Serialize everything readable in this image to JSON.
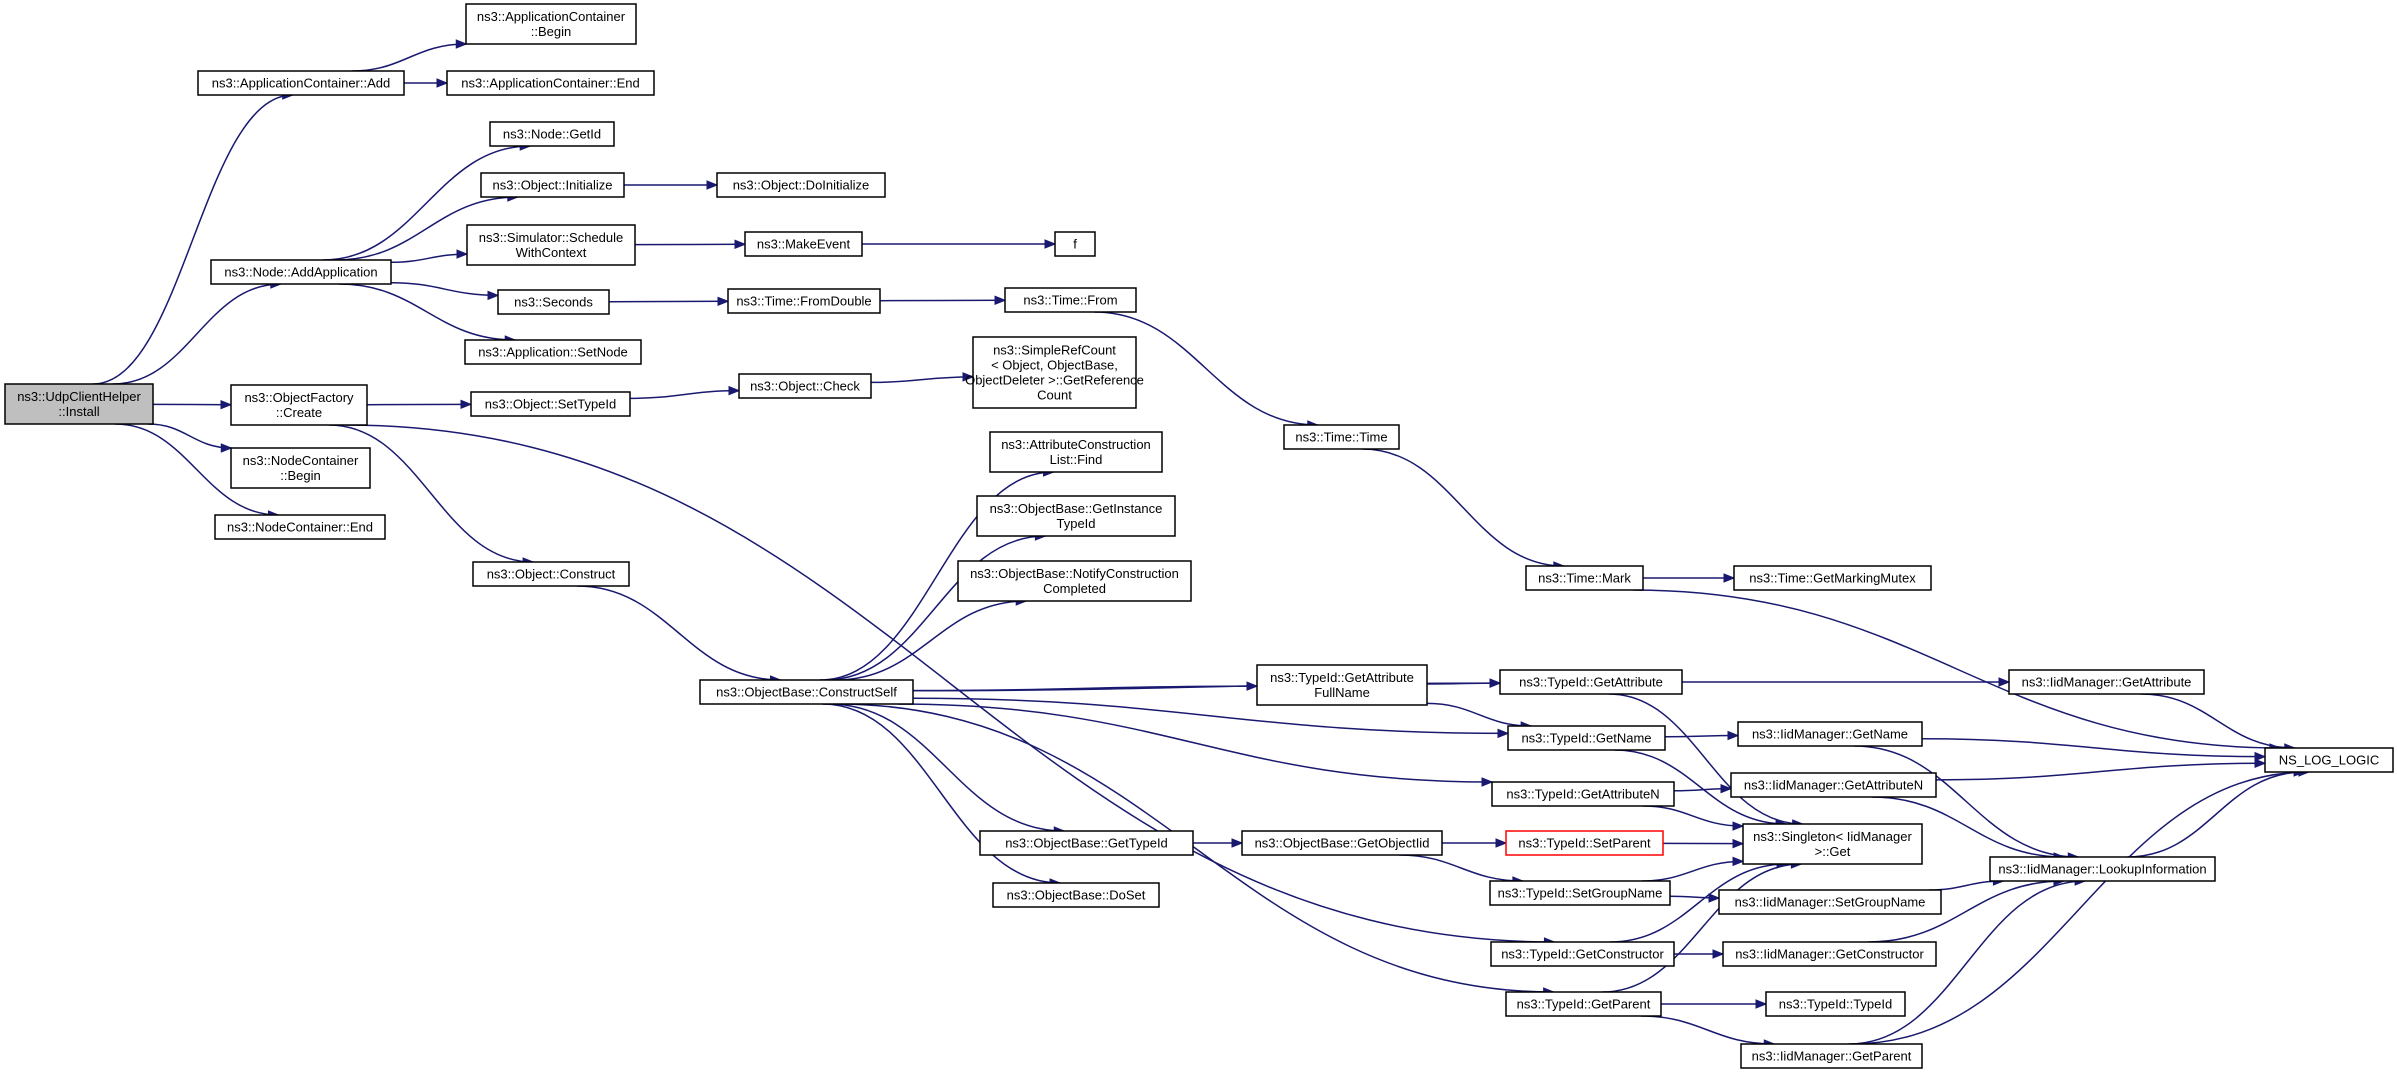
{
  "nodes": [
    {
      "id": "install",
      "lines": [
        "ns3::UdpClientHelper",
        "::Install"
      ],
      "root": true
    },
    {
      "id": "appcont_add",
      "lines": [
        "ns3::ApplicationContainer::Add"
      ]
    },
    {
      "id": "appcont_begin",
      "lines": [
        "ns3::ApplicationContainer",
        "::Begin"
      ]
    },
    {
      "id": "appcont_end",
      "lines": [
        "ns3::ApplicationContainer::End"
      ]
    },
    {
      "id": "node_addapp",
      "lines": [
        "ns3::Node::AddApplication"
      ]
    },
    {
      "id": "node_getid",
      "lines": [
        "ns3::Node::GetId"
      ]
    },
    {
      "id": "obj_initialize",
      "lines": [
        "ns3::Object::Initialize"
      ]
    },
    {
      "id": "obj_doinit",
      "lines": [
        "ns3::Object::DoInitialize"
      ]
    },
    {
      "id": "sim_schedule",
      "lines": [
        "ns3::Simulator::Schedule",
        "WithContext"
      ]
    },
    {
      "id": "makeevent",
      "lines": [
        "ns3::MakeEvent"
      ]
    },
    {
      "id": "f",
      "lines": [
        "f"
      ]
    },
    {
      "id": "seconds",
      "lines": [
        "ns3::Seconds"
      ]
    },
    {
      "id": "time_fromdouble",
      "lines": [
        "ns3::Time::FromDouble"
      ]
    },
    {
      "id": "time_from",
      "lines": [
        "ns3::Time::From"
      ]
    },
    {
      "id": "app_setnode",
      "lines": [
        "ns3::Application::SetNode"
      ]
    },
    {
      "id": "objfactory_create",
      "lines": [
        "ns3::ObjectFactory",
        "::Create"
      ]
    },
    {
      "id": "obj_settypeid",
      "lines": [
        "ns3::Object::SetTypeId"
      ]
    },
    {
      "id": "obj_check",
      "lines": [
        "ns3::Object::Check"
      ]
    },
    {
      "id": "simplerefcount",
      "lines": [
        "ns3::SimpleRefCount",
        "< Object, ObjectBase,",
        "ObjectDeleter >::GetReference",
        "Count"
      ]
    },
    {
      "id": "nodecont_begin",
      "lines": [
        "ns3::NodeContainer",
        "::Begin"
      ]
    },
    {
      "id": "nodecont_end",
      "lines": [
        "ns3::NodeContainer::End"
      ]
    },
    {
      "id": "time_time",
      "lines": [
        "ns3::Time::Time"
      ]
    },
    {
      "id": "attrconslist_find",
      "lines": [
        "ns3::AttributeConstruction",
        "List::Find"
      ]
    },
    {
      "id": "ob_getinstancetypeid",
      "lines": [
        "ns3::ObjectBase::GetInstance",
        "TypeId"
      ]
    },
    {
      "id": "ob_notifyconstruction",
      "lines": [
        "ns3::ObjectBase::NotifyConstruction",
        "Completed"
      ]
    },
    {
      "id": "obj_construct",
      "lines": [
        "ns3::Object::Construct"
      ]
    },
    {
      "id": "time_mark",
      "lines": [
        "ns3::Time::Mark"
      ]
    },
    {
      "id": "time_getmarkingmutex",
      "lines": [
        "ns3::Time::GetMarkingMutex"
      ]
    },
    {
      "id": "ob_constructself",
      "lines": [
        "ns3::ObjectBase::ConstructSelf"
      ]
    },
    {
      "id": "typeid_getattrfullname",
      "lines": [
        "ns3::TypeId::GetAttribute",
        "FullName"
      ]
    },
    {
      "id": "typeid_getattribute",
      "lines": [
        "ns3::TypeId::GetAttribute"
      ]
    },
    {
      "id": "iid_getattribute",
      "lines": [
        "ns3::IidManager::GetAttribute"
      ]
    },
    {
      "id": "typeid_getname",
      "lines": [
        "ns3::TypeId::GetName"
      ]
    },
    {
      "id": "iid_getname",
      "lines": [
        "ns3::IidManager::GetName"
      ]
    },
    {
      "id": "ns_log_logic",
      "lines": [
        "NS_LOG_LOGIC"
      ]
    },
    {
      "id": "typeid_getattributen",
      "lines": [
        "ns3::TypeId::GetAttributeN"
      ]
    },
    {
      "id": "iid_getattributen",
      "lines": [
        "ns3::IidManager::GetAttributeN"
      ]
    },
    {
      "id": "ob_gettypeid",
      "lines": [
        "ns3::ObjectBase::GetTypeId"
      ]
    },
    {
      "id": "ob_getobjectiid",
      "lines": [
        "ns3::ObjectBase::GetObjectIid"
      ]
    },
    {
      "id": "typeid_setparent",
      "lines": [
        "ns3::TypeId::SetParent"
      ],
      "red": true
    },
    {
      "id": "singleton_get",
      "lines": [
        "ns3::Singleton< IidManager",
        ">::Get"
      ]
    },
    {
      "id": "iid_lookupinfo",
      "lines": [
        "ns3::IidManager::LookupInformation"
      ]
    },
    {
      "id": "ob_doset",
      "lines": [
        "ns3::ObjectBase::DoSet"
      ]
    },
    {
      "id": "typeid_setgroupname",
      "lines": [
        "ns3::TypeId::SetGroupName"
      ]
    },
    {
      "id": "iid_setgroupname",
      "lines": [
        "ns3::IidManager::SetGroupName"
      ]
    },
    {
      "id": "typeid_getconstructor",
      "lines": [
        "ns3::TypeId::GetConstructor"
      ]
    },
    {
      "id": "iid_getconstructor",
      "lines": [
        "ns3::IidManager::GetConstructor"
      ]
    },
    {
      "id": "typeid_getparent",
      "lines": [
        "ns3::TypeId::GetParent"
      ]
    },
    {
      "id": "typeid_typeid",
      "lines": [
        "ns3::TypeId::TypeId"
      ]
    },
    {
      "id": "iid_getparent",
      "lines": [
        "ns3::IidManager::GetParent"
      ]
    }
  ],
  "edges": [
    [
      "install",
      "appcont_add"
    ],
    [
      "install",
      "node_addapp"
    ],
    [
      "install",
      "objfactory_create"
    ],
    [
      "install",
      "nodecont_begin"
    ],
    [
      "install",
      "nodecont_end"
    ],
    [
      "appcont_add",
      "appcont_begin"
    ],
    [
      "appcont_add",
      "appcont_end"
    ],
    [
      "node_addapp",
      "node_getid"
    ],
    [
      "node_addapp",
      "obj_initialize"
    ],
    [
      "node_addapp",
      "sim_schedule"
    ],
    [
      "node_addapp",
      "seconds"
    ],
    [
      "node_addapp",
      "app_setnode"
    ],
    [
      "obj_initialize",
      "obj_doinit"
    ],
    [
      "sim_schedule",
      "makeevent"
    ],
    [
      "makeevent",
      "f"
    ],
    [
      "seconds",
      "time_fromdouble"
    ],
    [
      "time_fromdouble",
      "time_from"
    ],
    [
      "time_from",
      "time_time"
    ],
    [
      "time_time",
      "time_mark"
    ],
    [
      "time_mark",
      "time_getmarkingmutex"
    ],
    [
      "time_mark",
      "ns_log_logic"
    ],
    [
      "objfactory_create",
      "obj_settypeid"
    ],
    [
      "objfactory_create",
      "obj_construct"
    ],
    [
      "objfactory_create",
      "typeid_getconstructor"
    ],
    [
      "obj_settypeid",
      "obj_check"
    ],
    [
      "obj_check",
      "simplerefcount"
    ],
    [
      "obj_construct",
      "ob_constructself"
    ],
    [
      "ob_constructself",
      "attrconslist_find"
    ],
    [
      "ob_constructself",
      "ob_getinstancetypeid"
    ],
    [
      "ob_constructself",
      "ob_notifyconstruction"
    ],
    [
      "ob_constructself",
      "typeid_getattribute"
    ],
    [
      "ob_constructself",
      "typeid_getattrfullname"
    ],
    [
      "ob_constructself",
      "typeid_getname"
    ],
    [
      "ob_constructself",
      "typeid_getattributen"
    ],
    [
      "ob_constructself",
      "ob_gettypeid"
    ],
    [
      "ob_constructself",
      "ob_doset"
    ],
    [
      "ob_constructself",
      "typeid_getparent"
    ],
    [
      "typeid_getattrfullname",
      "typeid_getattribute"
    ],
    [
      "typeid_getattrfullname",
      "typeid_getname"
    ],
    [
      "typeid_getattribute",
      "iid_getattribute"
    ],
    [
      "typeid_getattribute",
      "singleton_get"
    ],
    [
      "iid_getattribute",
      "ns_log_logic"
    ],
    [
      "typeid_getname",
      "iid_getname"
    ],
    [
      "typeid_getname",
      "singleton_get"
    ],
    [
      "iid_getname",
      "ns_log_logic"
    ],
    [
      "iid_getname",
      "iid_lookupinfo"
    ],
    [
      "typeid_getattributen",
      "iid_getattributen"
    ],
    [
      "typeid_getattributen",
      "singleton_get"
    ],
    [
      "iid_getattributen",
      "ns_log_logic"
    ],
    [
      "iid_getattributen",
      "iid_lookupinfo"
    ],
    [
      "ob_gettypeid",
      "ob_getobjectiid"
    ],
    [
      "ob_getobjectiid",
      "typeid_setparent"
    ],
    [
      "ob_getobjectiid",
      "typeid_setgroupname"
    ],
    [
      "typeid_setparent",
      "singleton_get"
    ],
    [
      "typeid_setgroupname",
      "singleton_get"
    ],
    [
      "typeid_setgroupname",
      "iid_setgroupname"
    ],
    [
      "iid_setgroupname",
      "iid_lookupinfo"
    ],
    [
      "typeid_getconstructor",
      "singleton_get"
    ],
    [
      "typeid_getconstructor",
      "iid_getconstructor"
    ],
    [
      "iid_getconstructor",
      "iid_lookupinfo"
    ],
    [
      "typeid_getparent",
      "singleton_get"
    ],
    [
      "typeid_getparent",
      "typeid_typeid"
    ],
    [
      "typeid_getparent",
      "iid_getparent"
    ],
    [
      "iid_getparent",
      "iid_lookupinfo"
    ],
    [
      "iid_getparent",
      "ns_log_logic"
    ],
    [
      "iid_lookupinfo",
      "ns_log_logic"
    ]
  ]
}
